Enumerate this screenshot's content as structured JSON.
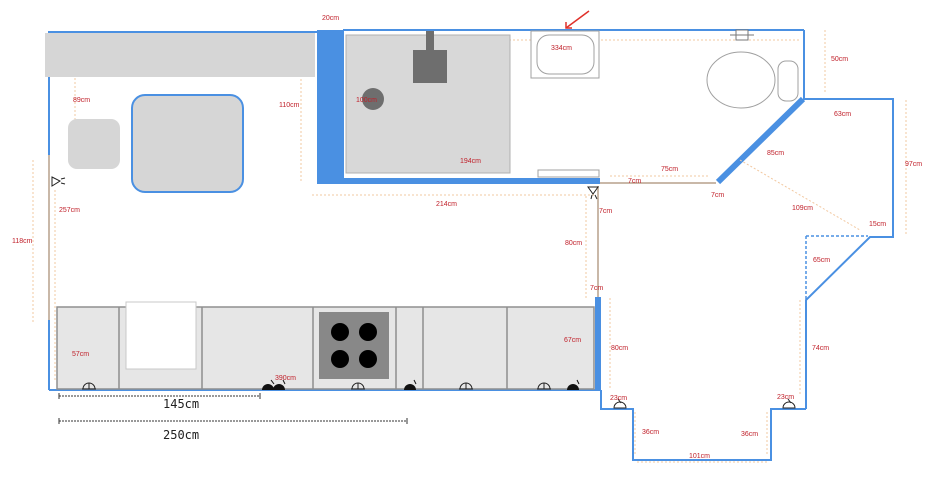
{
  "dimensions": {
    "d_20": "20cm",
    "d_334": "334cm",
    "d_50": "50cm",
    "d_89": "89cm",
    "d_110": "110cm",
    "d_100": "100cm",
    "d_194": "194cm",
    "d_63": "63cm",
    "d_97": "97cm",
    "d_85": "85cm",
    "d_75": "75cm",
    "d_7a": "7cm",
    "d_7b": "7cm",
    "d_7c": "7cm",
    "d_214": "214cm",
    "d_109": "109cm",
    "d_15": "15cm",
    "d_118": "118cm",
    "d_257": "257cm",
    "d_80a": "80cm",
    "d_65": "65cm",
    "d_7d": "7cm",
    "d_57": "57cm",
    "d_390": "390cm",
    "d_67": "67cm",
    "d_80b": "80cm",
    "d_74": "74cm",
    "d_23a": "23cm",
    "d_23b": "23cm",
    "d_36a": "36cm",
    "d_36b": "36cm",
    "d_101": "101cm"
  },
  "scale_bars": {
    "short": "145cm",
    "long": "250cm"
  },
  "colors": {
    "wall": "#4a90e2",
    "fixture": "#d4d4d4",
    "dimension_text": "#c0202a",
    "dimension_line": "#f2c8a0",
    "arrow": "#e0302a"
  }
}
